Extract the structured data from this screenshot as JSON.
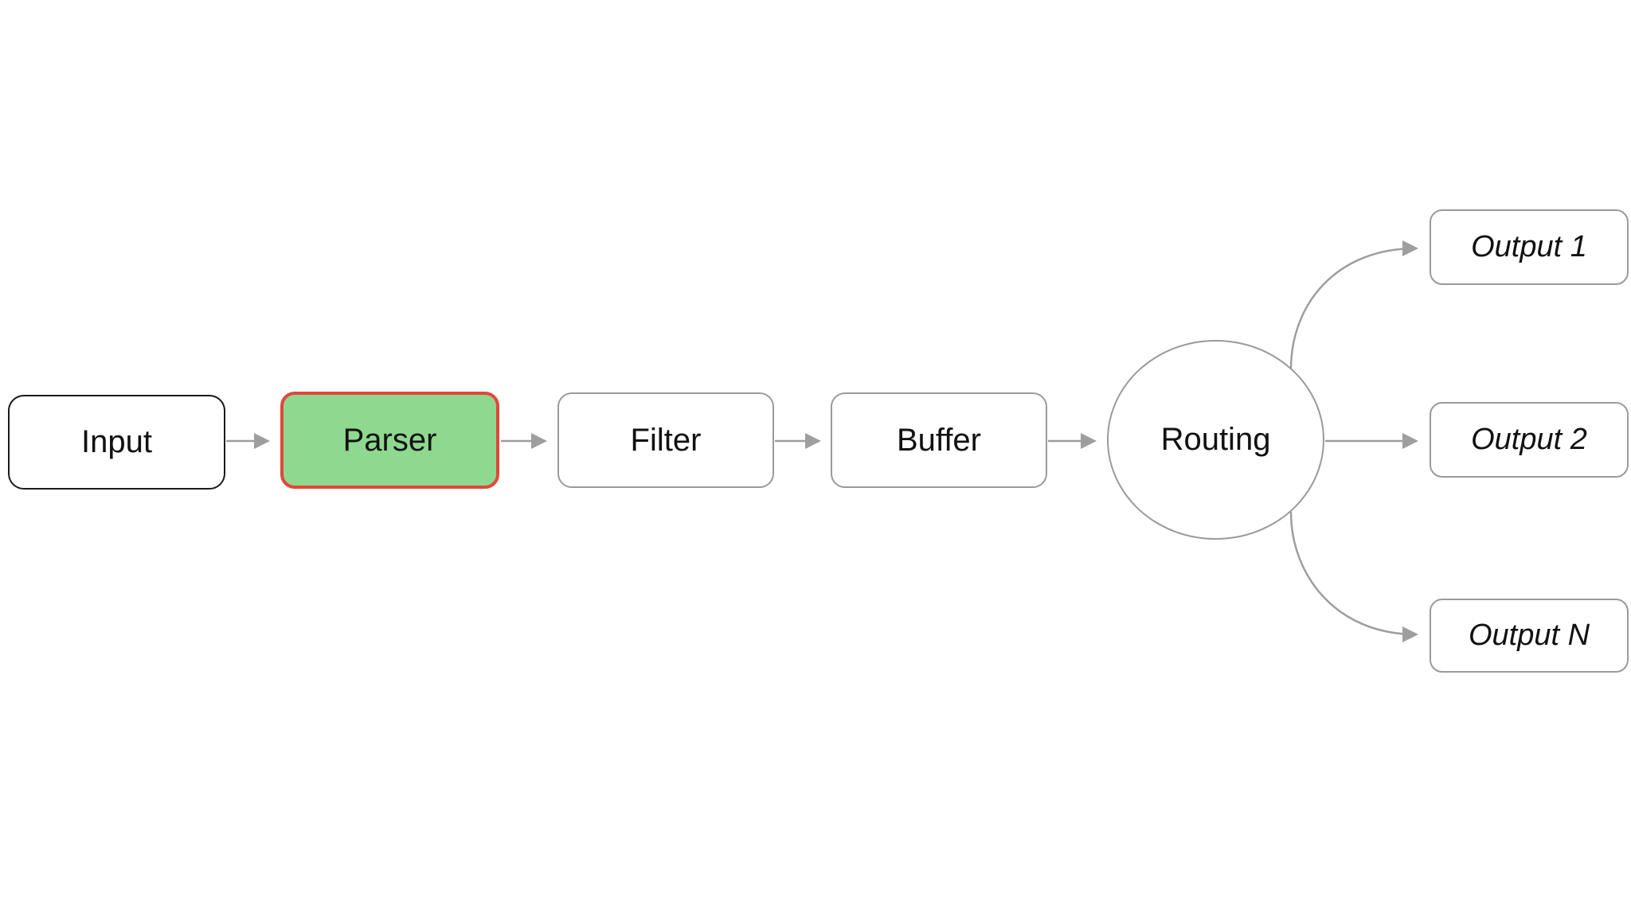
{
  "diagram": {
    "title": "pipeline-flow-diagram",
    "nodes": {
      "input": {
        "label": "Input",
        "shape": "rounded-rect",
        "border_color": "#1a1a1a",
        "fill": "#ffffff"
      },
      "parser": {
        "label": "Parser",
        "shape": "rounded-rect",
        "border_color": "#e2463c",
        "fill": "#8fd88f",
        "highlighted": true
      },
      "filter": {
        "label": "Filter",
        "shape": "rounded-rect",
        "border_color": "#9a9a9a",
        "fill": "#ffffff"
      },
      "buffer": {
        "label": "Buffer",
        "shape": "rounded-rect",
        "border_color": "#9a9a9a",
        "fill": "#ffffff"
      },
      "routing": {
        "label": "Routing",
        "shape": "ellipse",
        "border_color": "#9a9a9a",
        "fill": "#ffffff"
      },
      "output1": {
        "label": "Output 1",
        "shape": "rounded-rect",
        "border_color": "#9a9a9a",
        "fill": "#ffffff",
        "italic": true
      },
      "output2": {
        "label": "Output 2",
        "shape": "rounded-rect",
        "border_color": "#9a9a9a",
        "fill": "#ffffff",
        "italic": true
      },
      "outputN": {
        "label": "Output N",
        "shape": "rounded-rect",
        "border_color": "#9a9a9a",
        "fill": "#ffffff",
        "italic": true
      }
    },
    "edges": [
      {
        "from": "input",
        "to": "parser",
        "style": "straight-arrow"
      },
      {
        "from": "parser",
        "to": "filter",
        "style": "straight-arrow"
      },
      {
        "from": "filter",
        "to": "buffer",
        "style": "straight-arrow"
      },
      {
        "from": "buffer",
        "to": "routing",
        "style": "straight-arrow"
      },
      {
        "from": "routing",
        "to": "output1",
        "style": "curved-arrow"
      },
      {
        "from": "routing",
        "to": "output2",
        "style": "straight-arrow"
      },
      {
        "from": "routing",
        "to": "outputN",
        "style": "curved-arrow"
      }
    ],
    "colors": {
      "background": "#ffffff",
      "connector": "#9e9e9e",
      "text": "#111111",
      "highlight_fill": "#8fd88f",
      "highlight_border": "#e2463c",
      "default_node_border": "#9a9a9a",
      "input_node_border": "#1a1a1a"
    }
  }
}
